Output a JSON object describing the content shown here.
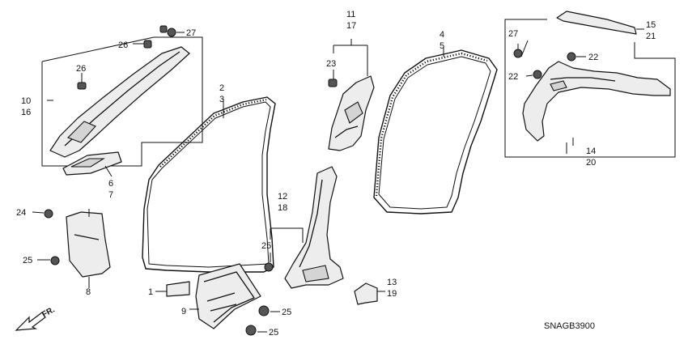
{
  "diagram_code": "SNAGB3900",
  "direction_label": "FR.",
  "callouts": {
    "c1": "1",
    "c2": "2",
    "c3": "3",
    "c4": "4",
    "c5": "5",
    "c6": "6",
    "c7": "7",
    "c8": "8",
    "c9": "9",
    "c10": "10",
    "c11": "11",
    "c12": "12",
    "c13": "13",
    "c14": "14",
    "c15": "15",
    "c16": "16",
    "c17": "17",
    "c18": "18",
    "c19": "19",
    "c20": "20",
    "c21": "21",
    "c22": "22",
    "c23": "23",
    "c24": "24",
    "c25": "25",
    "c26": "26",
    "c27": "27"
  }
}
